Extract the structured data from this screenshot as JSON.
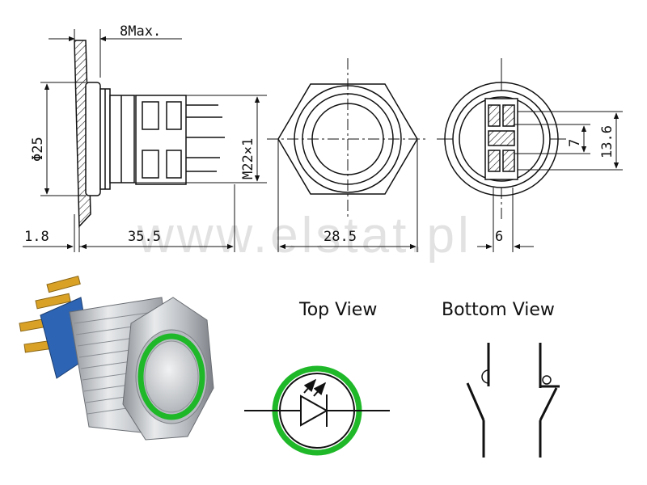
{
  "dimensions": {
    "bezel_thickness": "8Max.",
    "diameter": "Φ25",
    "thread": "M22×1",
    "flange": "1.8",
    "body_length": "35.5",
    "across_flats": "28.5",
    "terminal_pitch": "6",
    "terminal_span_inner": "7",
    "terminal_span_outer": "13.6"
  },
  "labels": {
    "top_view": "Top View",
    "bottom_view": "Bottom View"
  },
  "watermark": "www.elstat.pl",
  "colors": {
    "led_ring": "#1fb829",
    "metal": "#c9ccd0",
    "insulator": "#2d64b3",
    "terminal": "#d9a227",
    "line": "#111111"
  },
  "icons": [
    "led-diode-icon",
    "switch-contact-icon"
  ]
}
